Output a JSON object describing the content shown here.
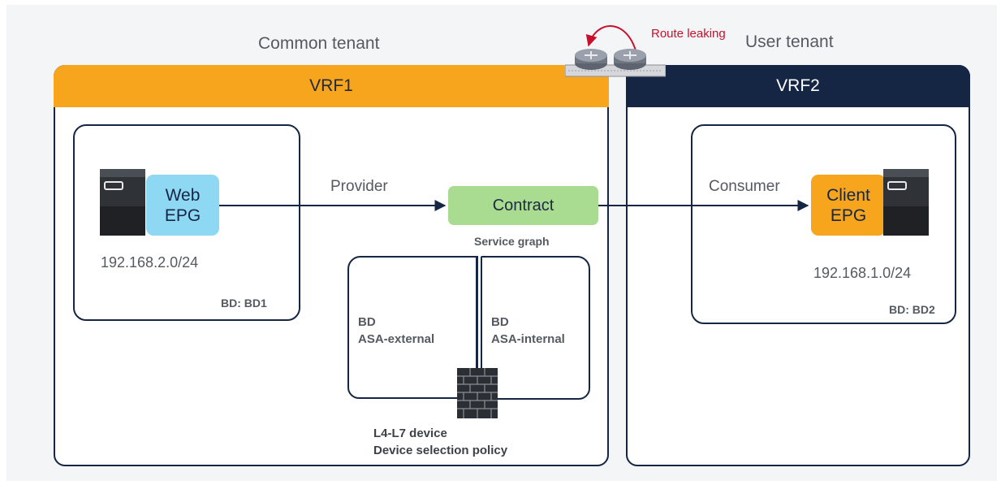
{
  "common_tenant": {
    "title": "Common tenant",
    "vrf": "VRF1",
    "bd1": {
      "epg_line1": "Web",
      "epg_line2": "EPG",
      "subnet": "192.168.2.0/24",
      "bd_label": "BD: BD1"
    },
    "provider_label": "Provider",
    "contract_label": "Contract",
    "service_graph_label": "Service graph",
    "external_bd": {
      "line1": "BD",
      "line2": "ASA-external"
    },
    "internal_bd": {
      "line1": "BD",
      "line2": "ASA-internal"
    },
    "device_line1": "L4-L7 device",
    "device_line2": "Device selection policy"
  },
  "user_tenant": {
    "title": "User tenant",
    "vrf": "VRF2",
    "bd2": {
      "epg_line1": "Client",
      "epg_line2": "EPG",
      "subnet": "192.168.1.0/24",
      "bd_label": "BD: BD2"
    },
    "consumer_label": "Consumer"
  },
  "route_leaking_label": "Route leaking",
  "icons": [
    "server-icon",
    "router-icon",
    "firewall-icon"
  ],
  "colors": {
    "vrf1": "#f8a51e",
    "vrf2": "#152645",
    "web_epg": "#8ed8f3",
    "client_epg": "#f8a51e",
    "contract": "#a9dc91",
    "leak": "#c8102e"
  }
}
